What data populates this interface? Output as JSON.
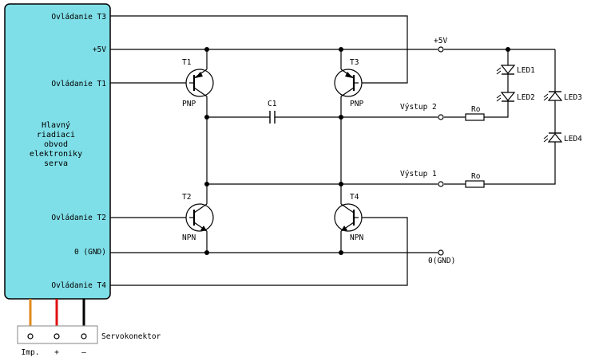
{
  "main_block": {
    "title_lines": [
      "Hlavný",
      "riadiaci",
      "obvod",
      "elektroniky",
      "serva"
    ],
    "pins": {
      "ctrl_t3": "Ovládanie T3",
      "plus5v": "+5V",
      "ctrl_t1": "Ovládanie T1",
      "ctrl_t2": "Ovládanie T2",
      "gnd": "0 (GND)",
      "ctrl_t4": "Ovládanie T4"
    },
    "fill_color": "#7fdfe8"
  },
  "transistors": {
    "t1": {
      "name": "T1",
      "type": "PNP"
    },
    "t2": {
      "name": "T2",
      "type": "NPN"
    },
    "t3": {
      "name": "T3",
      "type": "PNP"
    },
    "t4": {
      "name": "T4",
      "type": "NPN"
    }
  },
  "capacitor": {
    "name": "C1"
  },
  "terminals": {
    "plus5v": "+5V",
    "out2": "Výstup 2",
    "out1": "Výstup 1",
    "gnd": "0(GND)"
  },
  "resistors": {
    "r_out2": "Ro",
    "r_out1": "Ro"
  },
  "leds": {
    "led1": "LED1",
    "led2": "LED2",
    "led3": "LED3",
    "led4": "LED4"
  },
  "connector": {
    "label": "Servokonektor",
    "pins": [
      "Imp.",
      "+",
      "—"
    ],
    "wire_colors": [
      "#e08a1e",
      "#e01010",
      "#000000"
    ]
  }
}
